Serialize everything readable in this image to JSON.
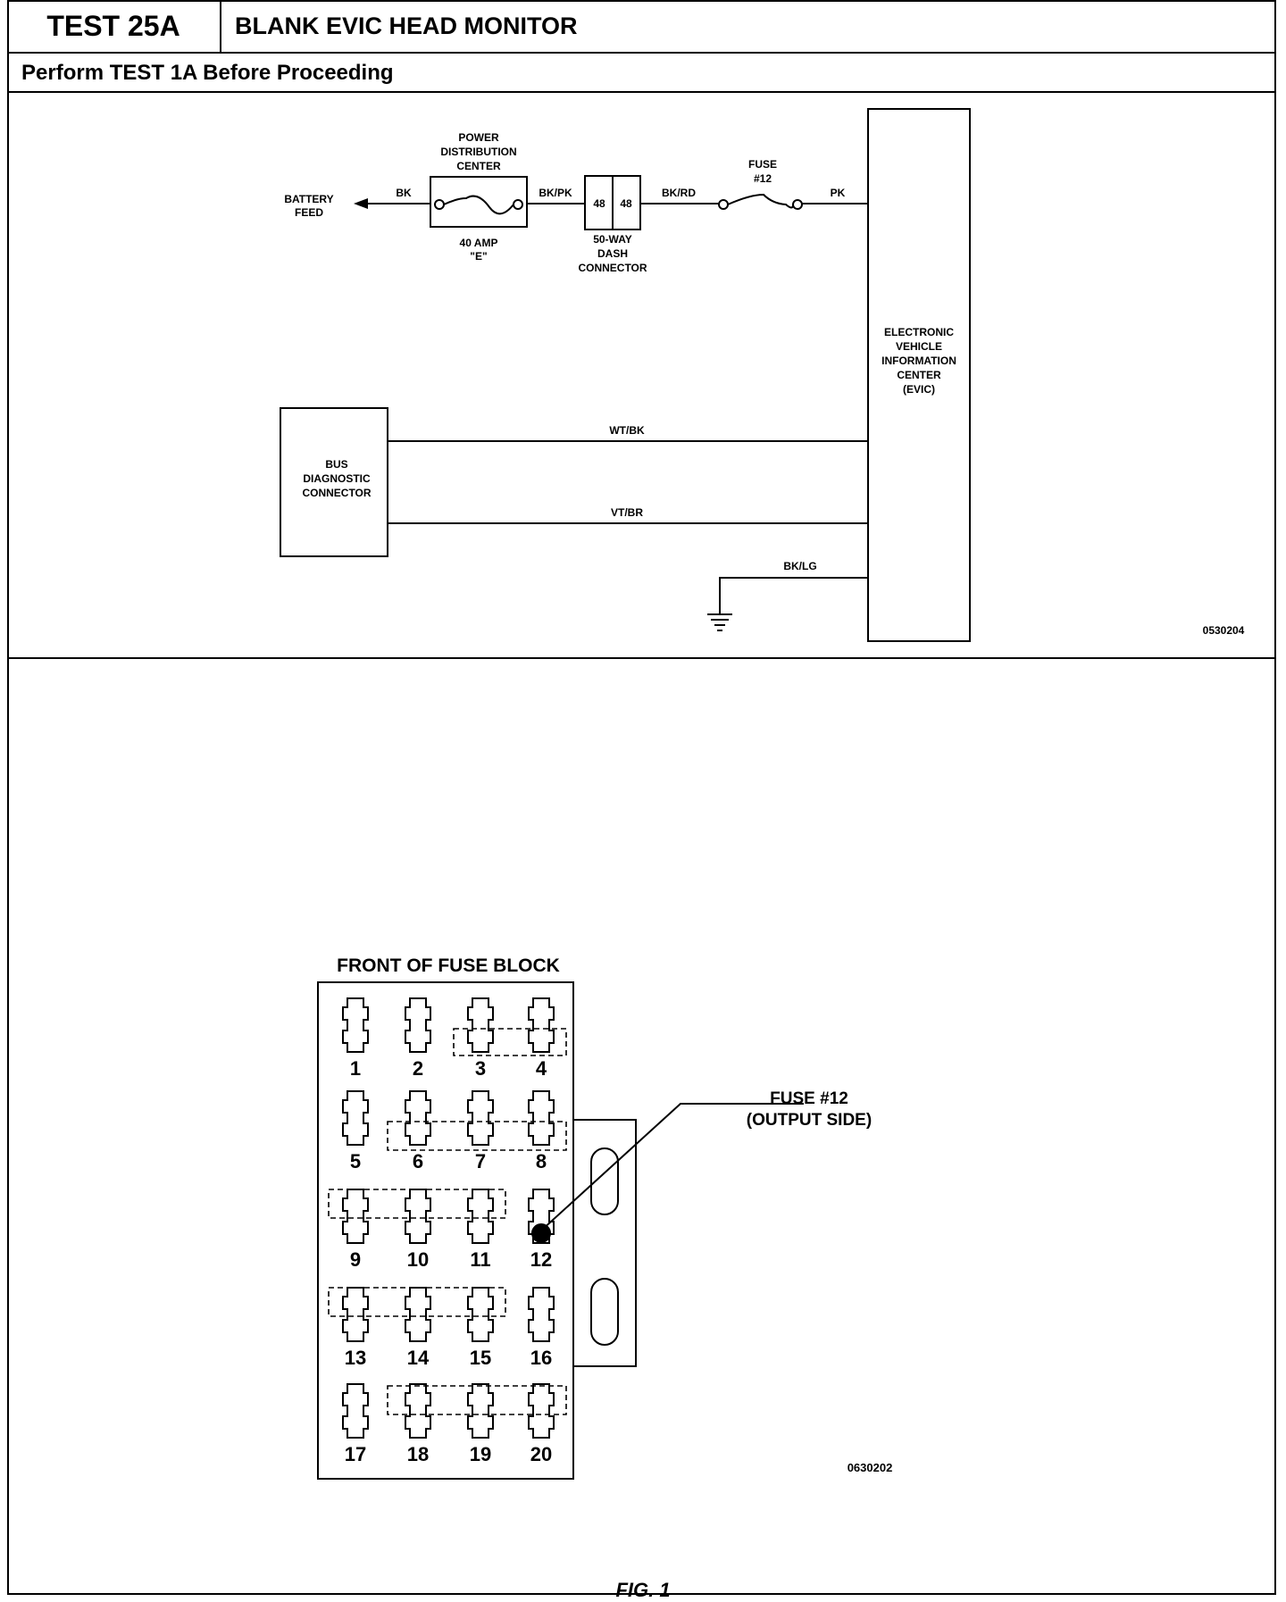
{
  "header": {
    "test_id": "TEST 25A",
    "title": "BLANK EVIC HEAD MONITOR",
    "subtitle": "Perform TEST 1A Before Proceeding"
  },
  "schematic": {
    "battery_feed_lines": [
      "BATTERY",
      "FEED"
    ],
    "pdc_lines": [
      "POWER",
      "DISTRIBUTION",
      "CENTER"
    ],
    "pdc_fuse_lines": [
      "40 AMP",
      "\"E\""
    ],
    "connector_pins": [
      "48",
      "48"
    ],
    "connector_lines": [
      "50-WAY",
      "DASH",
      "CONNECTOR"
    ],
    "fuse12_lines": [
      "FUSE",
      "#12"
    ],
    "evic_lines": [
      "ELECTRONIC",
      "VEHICLE",
      "INFORMATION",
      "CENTER",
      "(EVIC)"
    ],
    "bus_lines": [
      "BUS",
      "DIAGNOSTIC",
      "CONNECTOR"
    ],
    "wires": {
      "bk": "BK",
      "bk_pk": "BK/PK",
      "bk_rd": "BK/RD",
      "pk": "PK",
      "wt_bk": "WT/BK",
      "vt_br": "VT/BR",
      "bk_lg": "BK/LG"
    },
    "figure_code": "0530204"
  },
  "fuse_block": {
    "title": "FRONT OF FUSE BLOCK",
    "fuse_numbers": [
      "1",
      "2",
      "3",
      "4",
      "5",
      "6",
      "7",
      "8",
      "9",
      "10",
      "11",
      "12",
      "13",
      "14",
      "15",
      "16",
      "17",
      "18",
      "19",
      "20"
    ],
    "callout_lines": [
      "FUSE #12",
      "(OUTPUT SIDE)"
    ],
    "figure_code": "0630202"
  },
  "caption": "FIG. 1"
}
